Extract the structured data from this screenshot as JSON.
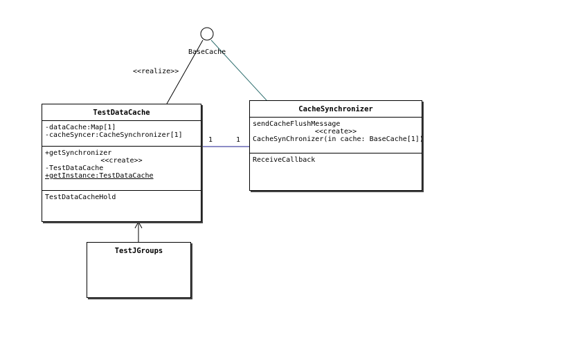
{
  "interface": {
    "name": "BaseCache",
    "stereotype": "<<realize>>"
  },
  "association": {
    "left_mult": "1",
    "right_mult": "1"
  },
  "colors": {
    "association_line": "#1a1a8c",
    "realize_line": "#000000",
    "dependency_line": "#2f6f6f"
  },
  "classes": {
    "test_data_cache": {
      "name": "TestDataCache",
      "attributes": [
        "-dataCache:Map[1]",
        "-cacheSyncer:CacheSynchronizer[1]"
      ],
      "operations": {
        "op1": "+getSynchronizer",
        "stereo": "<<create>>",
        "op2": "-TestDataCache",
        "op3": "+getInstance:TestDataCache"
      },
      "inner": "TestDataCacheHold"
    },
    "cache_synchronizer": {
      "name": "CacheSynchronizer",
      "op1": "sendCacheFlushMessage",
      "stereo": "<<create>>",
      "op2": "CacheSynChronizer(in cache: BaseCache[1])",
      "inner": "ReceiveCallback"
    },
    "test_jgroups": {
      "name": "TestJGroups"
    }
  }
}
